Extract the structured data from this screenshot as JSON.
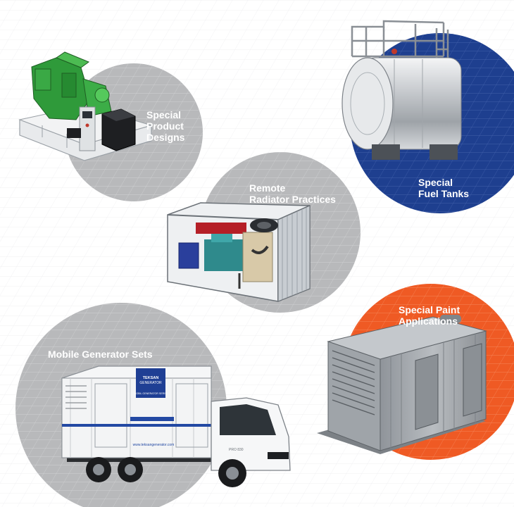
{
  "labels": {
    "special_product": [
      "Special",
      "Product",
      "Designs"
    ],
    "remote_radiator": [
      "Remote",
      "Radiator Practices"
    ],
    "special_fuel": [
      "Special",
      "Fuel Tanks"
    ],
    "special_paint": [
      "Special Paint",
      "Applications"
    ],
    "mobile_sets": [
      "Mobile Generator Sets"
    ]
  },
  "truck": {
    "side_url": "www.teksangenerator.com",
    "cab_model": "PRO 830",
    "box_logo": [
      "TEKSAN",
      "GENERATOR"
    ],
    "box_subtitle": "MOBIL GENERATOR SERISI"
  },
  "colors": {
    "circle_gray": "#b8b9bb",
    "circle_blue": "#1e3f8f",
    "circle_orange": "#ef5a24",
    "label_text": "#ffffff"
  }
}
